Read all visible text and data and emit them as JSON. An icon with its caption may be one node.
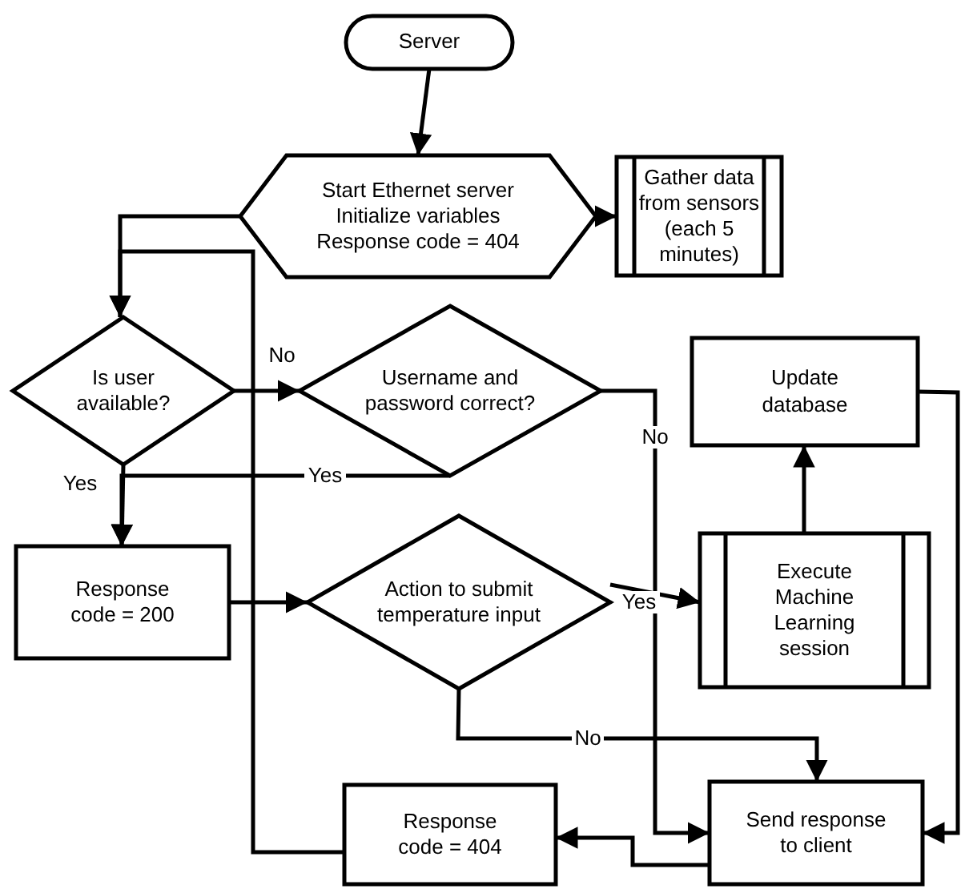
{
  "diagram": {
    "nodes": [
      {
        "text": [
          "Server"
        ]
      },
      {
        "text": [
          "Start Ethernet server Initialize variables Response code = 404"
        ]
      },
      {
        "text": [
          "Gather data from sensors (each 5 minutes)"
        ]
      },
      {
        "text": [
          "Is user available?"
        ]
      },
      {
        "text": [
          "Username and password correct?"
        ]
      },
      {
        "text": [
          "Update database"
        ]
      },
      {
        "text": [
          "Response code = 200"
        ]
      },
      {
        "text": [
          "Action to submit temperature input"
        ]
      },
      {
        "text": [
          "Execute Machine Learning session"
        ]
      },
      {
        "text": [
          "Response code = 404"
        ]
      },
      {
        "text": [
          "Send response to client"
        ]
      }
    ],
    "edges": [
      {
        "from": 0,
        "to": 1,
        "arrow": "to"
      },
      {
        "from": 1,
        "to": 2,
        "arrow": "to"
      },
      {
        "from": 1,
        "to": 3,
        "arrow": "to"
      },
      {
        "from": 3,
        "to": 4,
        "arrow": "to",
        "label": "No"
      },
      {
        "from": 3,
        "to": 6,
        "arrow": "to",
        "label": "Yes"
      },
      {
        "from": 4,
        "to": 6,
        "arrow": "to",
        "label": "Yes"
      },
      {
        "from": 4,
        "to": 10,
        "arrow": "to",
        "label": "No"
      },
      {
        "from": 6,
        "to": 7,
        "arrow": "to"
      },
      {
        "from": 7,
        "to": 8,
        "arrow": "to",
        "label": "Yes"
      },
      {
        "from": 7,
        "to": 10,
        "arrow": "to",
        "label": "No"
      },
      {
        "from": 8,
        "to": 5,
        "arrow": "to"
      },
      {
        "from": 5,
        "to": 10,
        "arrow": "to"
      },
      {
        "from": 10,
        "to": 9,
        "arrow": "to"
      },
      {
        "from": 9,
        "to": 3,
        "arrow": "to"
      }
    ]
  }
}
